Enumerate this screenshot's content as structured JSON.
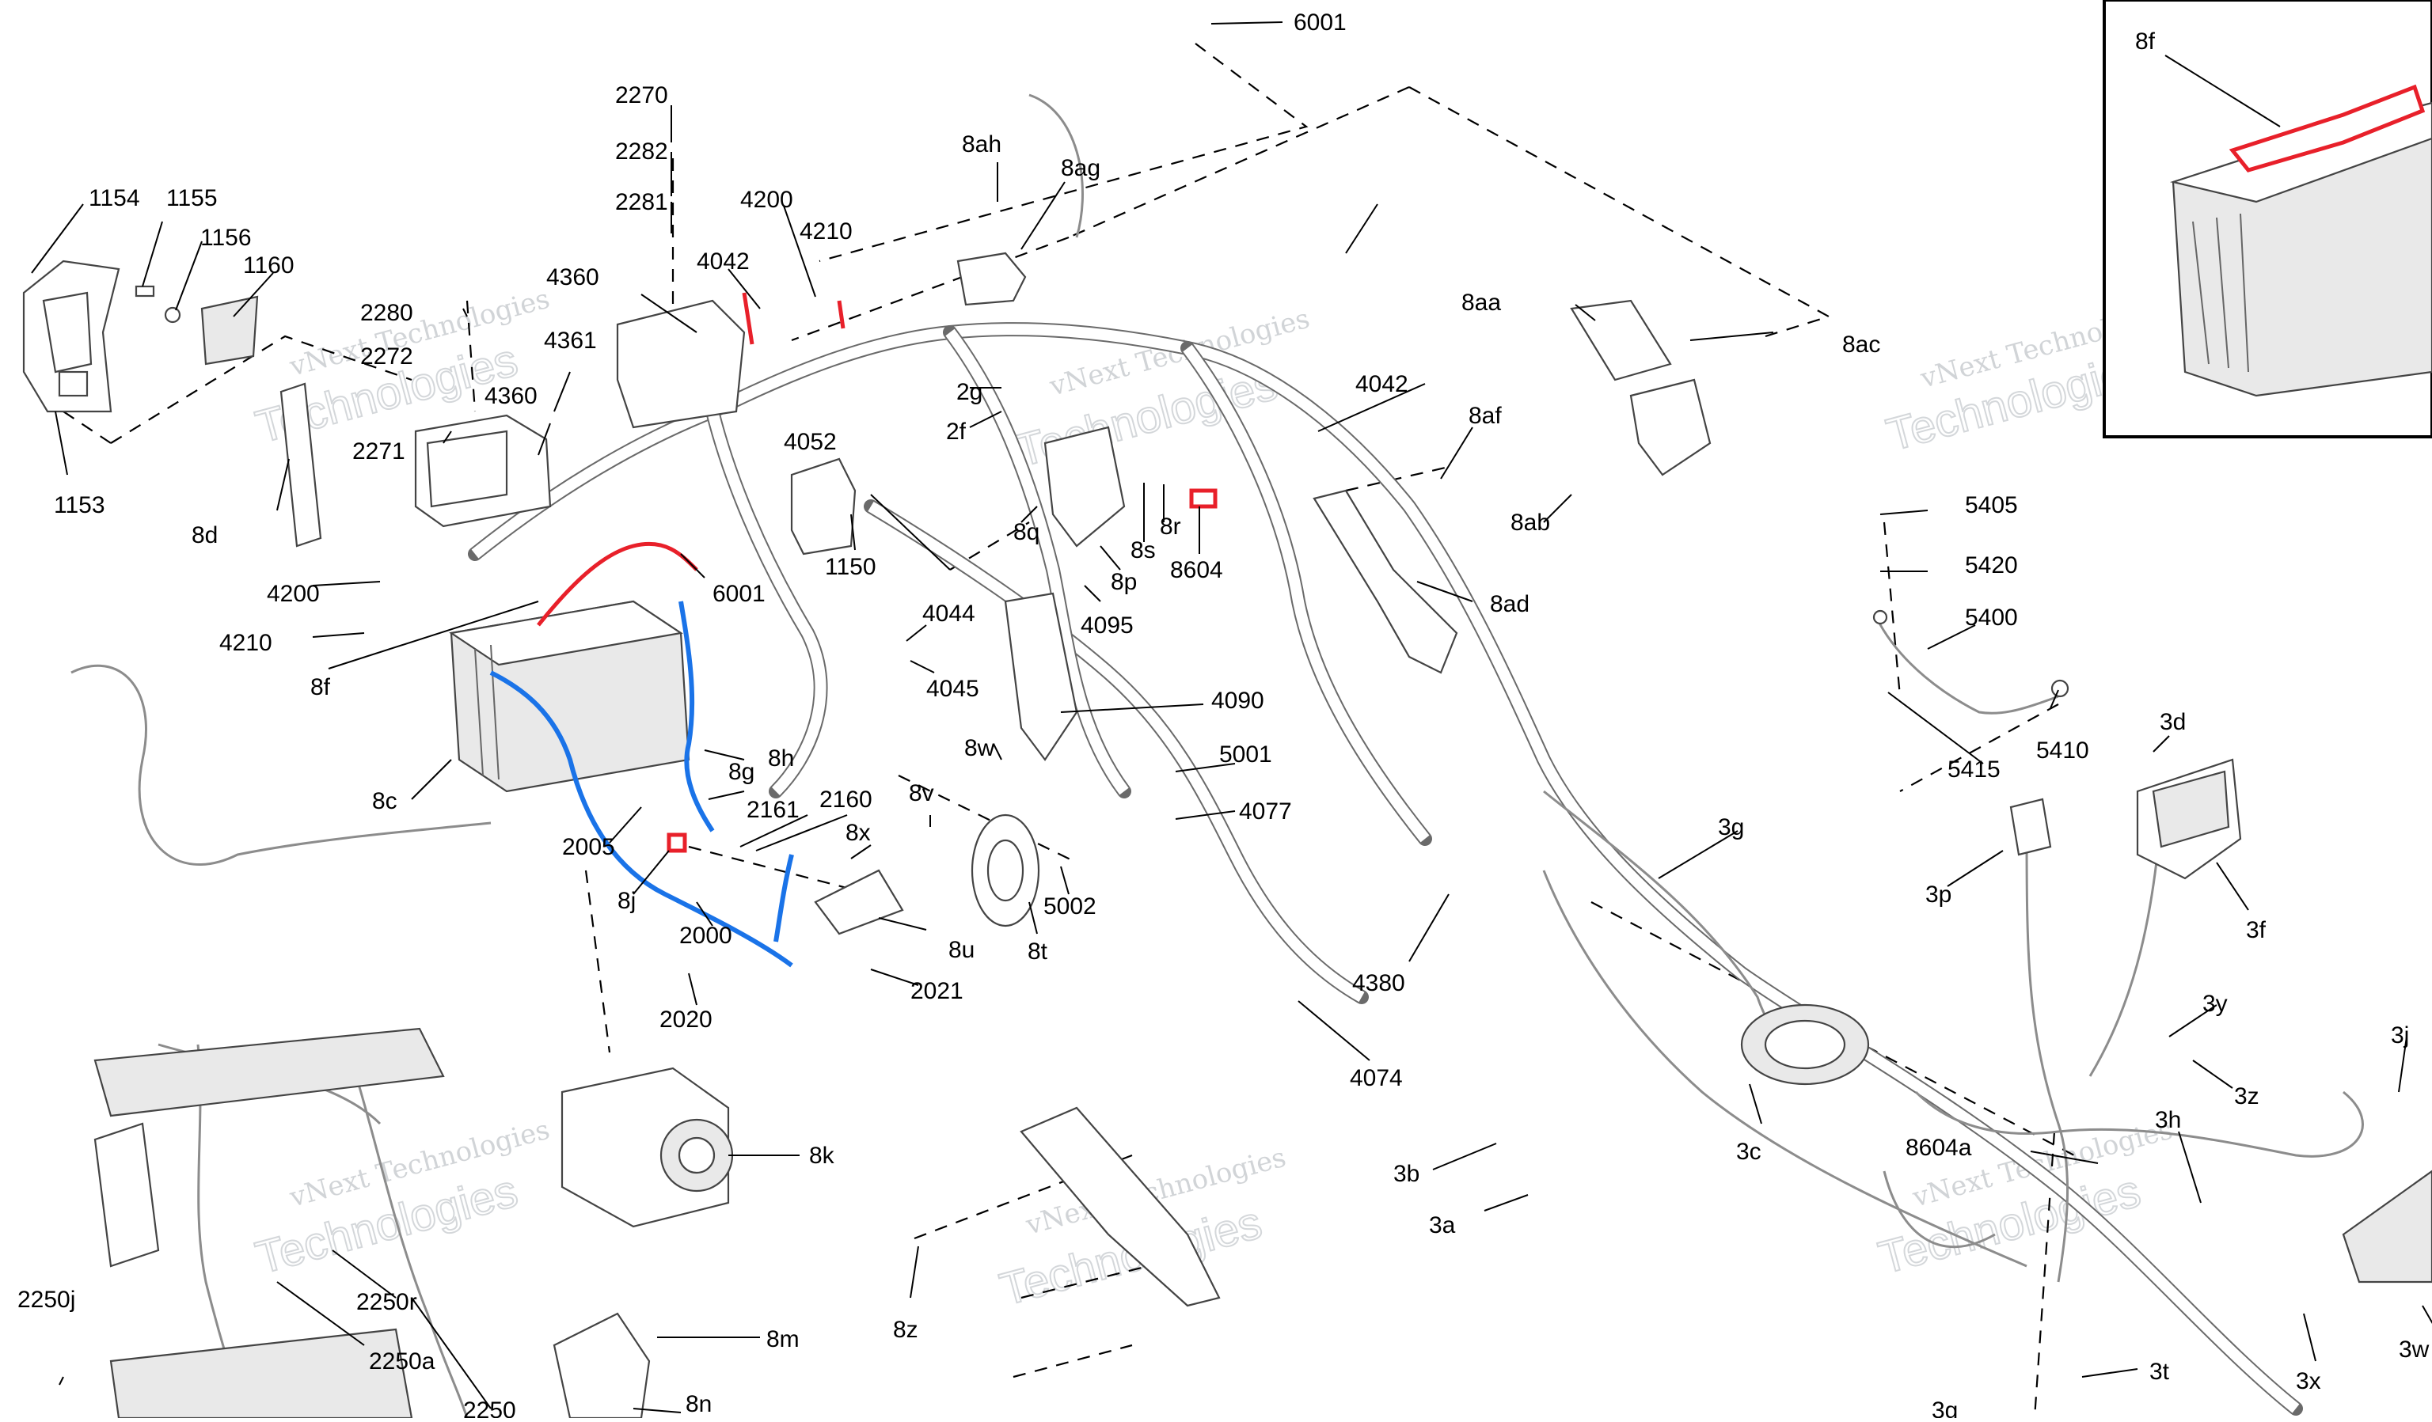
{
  "watermark": {
    "line1": "vNext Technologies",
    "line2": "Technologies"
  },
  "inset": {
    "callout": "8f"
  },
  "colors": {
    "highlight_red": "#e8202a",
    "highlight_blue": "#1a73e8",
    "line": "#000000",
    "wire": "#8c8c8c"
  },
  "callouts": {
    "c6001a": "6001",
    "c2270": "2270",
    "c2282": "2282",
    "c2281": "2281",
    "c1154": "1154",
    "c1155": "1155",
    "c1156": "1156",
    "c1160": "1160",
    "c4200a": "4200",
    "c4210a": "4210",
    "c4042a": "4042",
    "c8ah": "8ah",
    "c8ag": "8ag",
    "c4360a": "4360",
    "c2280": "2280",
    "c2272": "2272",
    "c4360b": "4360",
    "c4361": "4361",
    "c2271": "2271",
    "c1153": "1153",
    "c8d": "8d",
    "c2g": "2g",
    "c2f": "2f",
    "c4052": "4052",
    "c4042b": "4042",
    "c8aa": "8aa",
    "c8ac": "8ac",
    "c8af": "8af",
    "c8ab": "8ab",
    "c1150": "1150",
    "c6001b": "6001",
    "c8q": "8q",
    "c8s": "8s",
    "c8r": "8r",
    "c8604": "8604",
    "c8p": "8p",
    "c4200b": "4200",
    "c4210b": "4210",
    "c4095": "4095",
    "c8ad": "8ad",
    "c4044": "4044",
    "c4045": "4045",
    "c8f": "8f",
    "c4090": "4090",
    "c5405": "5405",
    "c5420": "5420",
    "c5400": "5400",
    "c5410": "5410",
    "c5415": "5415",
    "c3d": "3d",
    "c8h": "8h",
    "c8g": "8g",
    "c8w": "8w",
    "c5001": "5001",
    "c8c": "8c",
    "c2161": "2161",
    "c2160": "2160",
    "c8v": "8v",
    "c4077": "4077",
    "c2005": "2005",
    "c8x": "8x",
    "c3g": "3g",
    "c8j": "8j",
    "c5002": "5002",
    "c3p": "3p",
    "c3f": "3f",
    "c2000": "2000",
    "c8u": "8u",
    "c8t": "8t",
    "c2021": "2021",
    "c4380": "4380",
    "c3y": "3y",
    "c2020": "2020",
    "c4074": "4074",
    "c3j": "3j",
    "c3z": "3z",
    "c8k": "8k",
    "c3h": "3h",
    "c8604a": "8604a",
    "c3c": "3c",
    "c3b": "3b",
    "c3a": "3a",
    "c2250r": "2250r",
    "c8z": "8z",
    "c2250j": "2250j",
    "c2250a": "2250a",
    "c8m": "8m",
    "c3x": "3x",
    "c3w": "3w",
    "c3t": "3t",
    "c2250": "2250",
    "c8n": "8n",
    "c3g2": "3g"
  }
}
